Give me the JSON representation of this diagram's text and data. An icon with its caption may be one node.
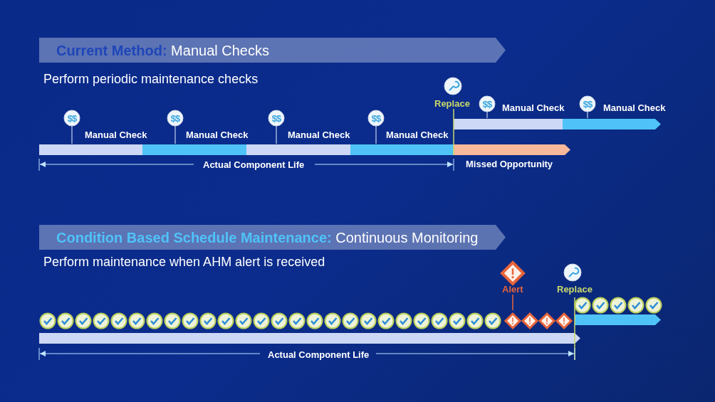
{
  "diagram": {
    "nodes": [
      {
        "text": [
          "**Current Method:** Manual Checks"
        ]
      },
      {
        "text": [
          "**Condition Based Schedule Maintenance:** Continuous Monitoring"
        ]
      }
    ],
    "labels": [
      "Perform periodic maintenance checks",
      "Replace",
      "$$",
      "Manual Check",
      "$$",
      "Manual Check",
      "$$",
      "$$",
      "$$",
      "$$",
      "Manual Check",
      "Manual Check",
      "Manual Check",
      "Manual Check",
      "Actual Component Life",
      "Missed Opportunity",
      "Perform maintenance when AHM alert is received",
      "Alert",
      "Replace",
      "Actual Component Life"
    ]
  }
}
